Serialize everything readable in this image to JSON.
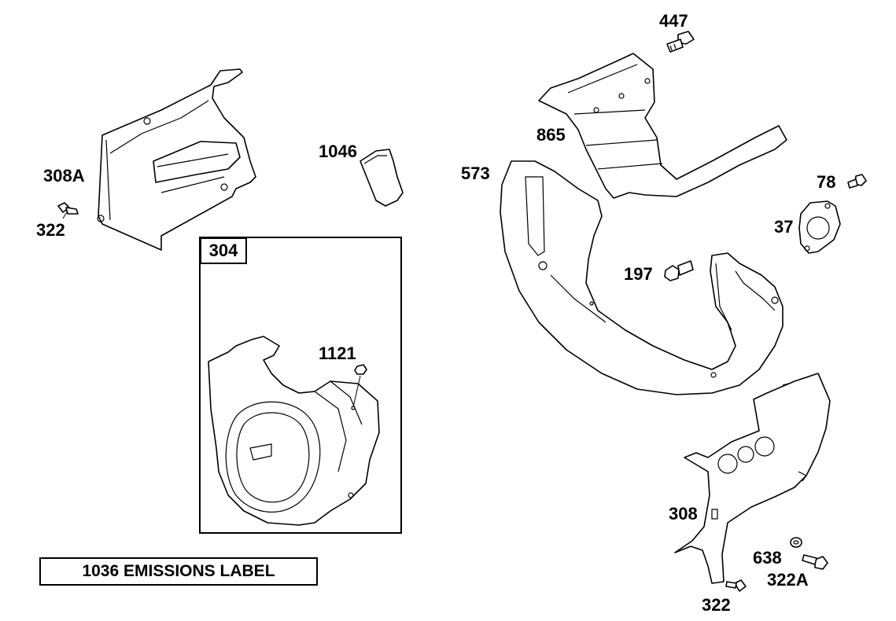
{
  "labels": {
    "l447": "447",
    "l865": "865",
    "l573": "573",
    "l1046": "1046",
    "l308A": "308A",
    "l322_left": "322",
    "l304": "304",
    "l1121": "1121",
    "l78": "78",
    "l37": "37",
    "l197": "197",
    "l308": "308",
    "l638": "638",
    "l322A": "322A",
    "l322_bottom": "322",
    "emissions": "1036 EMISSIONS LABEL"
  }
}
